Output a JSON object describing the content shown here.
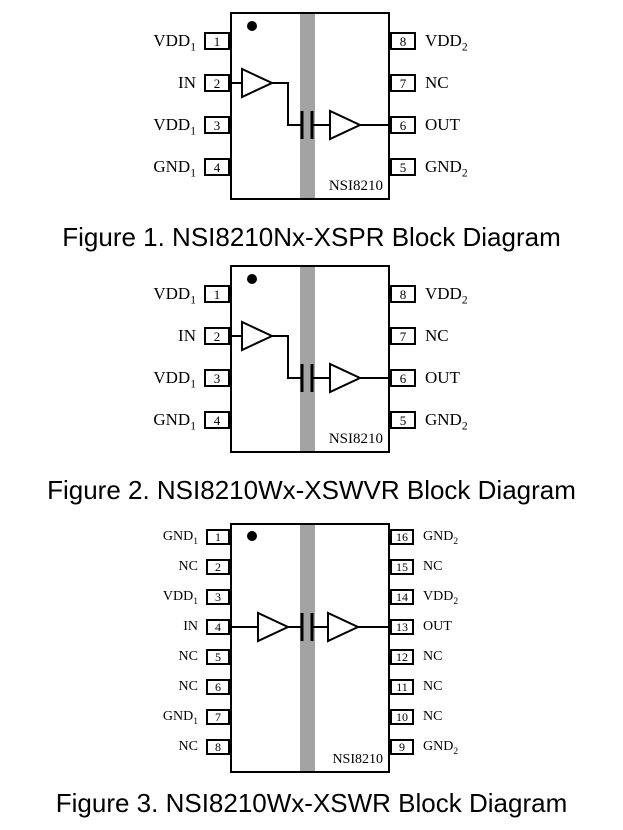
{
  "figures": [
    {
      "caption": "Figure 1. NSI8210Nx-XSPR Block Diagram",
      "chip_label": "NSI8210",
      "pins_left": [
        {
          "num": "1",
          "name": "VDD",
          "sub": "1"
        },
        {
          "num": "2",
          "name": "IN",
          "sub": ""
        },
        {
          "num": "3",
          "name": "VDD",
          "sub": "1"
        },
        {
          "num": "4",
          "name": "GND",
          "sub": "1"
        }
      ],
      "pins_right": [
        {
          "num": "8",
          "name": "VDD",
          "sub": "2"
        },
        {
          "num": "7",
          "name": "NC",
          "sub": ""
        },
        {
          "num": "6",
          "name": "OUT",
          "sub": ""
        },
        {
          "num": "5",
          "name": "GND",
          "sub": "2"
        }
      ]
    },
    {
      "caption": "Figure 2. NSI8210Wx-XSWVR Block Diagram",
      "chip_label": "NSI8210",
      "pins_left": [
        {
          "num": "1",
          "name": "VDD",
          "sub": "1"
        },
        {
          "num": "2",
          "name": "IN",
          "sub": ""
        },
        {
          "num": "3",
          "name": "VDD",
          "sub": "1"
        },
        {
          "num": "4",
          "name": "GND",
          "sub": "1"
        }
      ],
      "pins_right": [
        {
          "num": "8",
          "name": "VDD",
          "sub": "2"
        },
        {
          "num": "7",
          "name": "NC",
          "sub": ""
        },
        {
          "num": "6",
          "name": "OUT",
          "sub": ""
        },
        {
          "num": "5",
          "name": "GND",
          "sub": "2"
        }
      ]
    },
    {
      "caption": "Figure 3. NSI8210Wx-XSWR Block Diagram",
      "chip_label": "NSI8210",
      "pins_left": [
        {
          "num": "1",
          "name": "GND",
          "sub": "1"
        },
        {
          "num": "2",
          "name": "NC",
          "sub": ""
        },
        {
          "num": "3",
          "name": "VDD",
          "sub": "1"
        },
        {
          "num": "4",
          "name": "IN",
          "sub": ""
        },
        {
          "num": "5",
          "name": "NC",
          "sub": ""
        },
        {
          "num": "6",
          "name": "NC",
          "sub": ""
        },
        {
          "num": "7",
          "name": "GND",
          "sub": "1"
        },
        {
          "num": "8",
          "name": "NC",
          "sub": ""
        }
      ],
      "pins_right": [
        {
          "num": "16",
          "name": "GND",
          "sub": "2"
        },
        {
          "num": "15",
          "name": "NC",
          "sub": ""
        },
        {
          "num": "14",
          "name": "VDD",
          "sub": "2"
        },
        {
          "num": "13",
          "name": "OUT",
          "sub": ""
        },
        {
          "num": "12",
          "name": "NC",
          "sub": ""
        },
        {
          "num": "11",
          "name": "NC",
          "sub": ""
        },
        {
          "num": "10",
          "name": "NC",
          "sub": ""
        },
        {
          "num": "9",
          "name": "GND",
          "sub": "2"
        }
      ]
    }
  ],
  "colors": {
    "isolation_bar": "#a3a3a3",
    "outline": "#000000",
    "background": "#ffffff"
  }
}
